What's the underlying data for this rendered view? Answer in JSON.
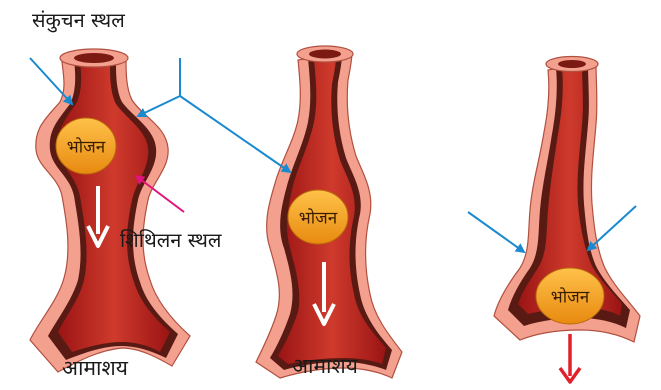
{
  "labels": {
    "contraction_site": "संकुचन स्थल",
    "relaxation_site": "शिथिलन स्थल",
    "stomach_1": "आमाशय",
    "stomach_2": "आमाशय"
  },
  "panels": [
    {
      "food_label": "भोजन"
    },
    {
      "food_label": "भोजन"
    },
    {
      "food_label": "भोजन"
    }
  ],
  "colors": {
    "tube_outer": "#f4a08e",
    "tube_wall": "#5a1a14",
    "lumen": "#b8201c",
    "food": "#f6a21e",
    "blue_arrow": "#1a8ad0",
    "pink_arrow": "#e0147a",
    "red_arrow": "#e0202a",
    "white_arrow": "#ffffff"
  }
}
